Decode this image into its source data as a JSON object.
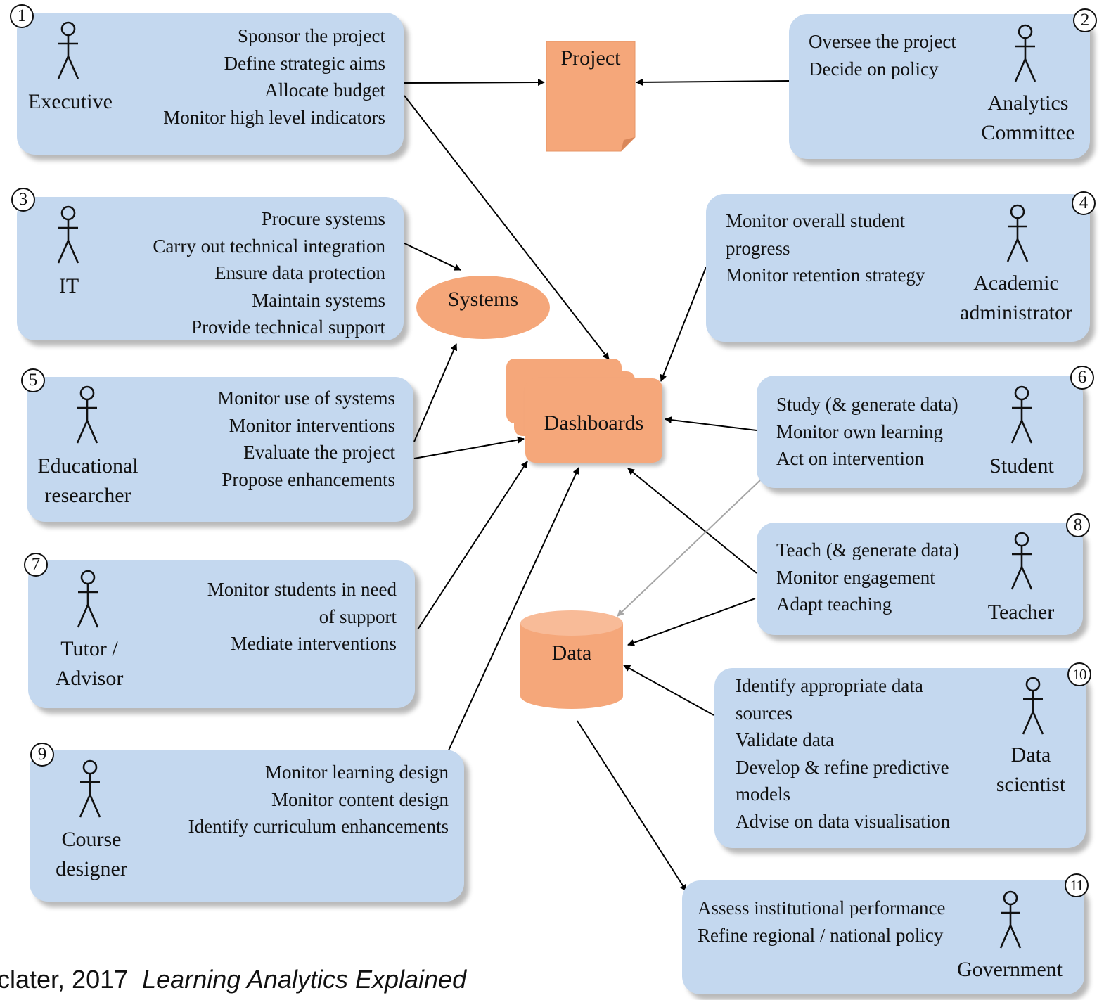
{
  "nodes": {
    "project": "Project",
    "systems": "Systems",
    "dashboards": "Dashboards",
    "data": "Data"
  },
  "actors": [
    {
      "number": "1",
      "name": "Executive",
      "responsibilities": [
        "Sponsor the project",
        "Define strategic aims",
        "Allocate budget",
        "Monitor high level indicators"
      ]
    },
    {
      "number": "2",
      "name": "Analytics Committee",
      "name_lines": [
        "Analytics",
        "Committee"
      ],
      "responsibilities": [
        "Oversee the project",
        "Decide on policy"
      ]
    },
    {
      "number": "3",
      "name": "IT",
      "responsibilities": [
        "Procure systems",
        "Carry out technical integration",
        "Ensure data protection",
        "Maintain systems",
        "Provide technical support"
      ]
    },
    {
      "number": "4",
      "name": "Academic administrator",
      "name_lines": [
        "Academic",
        "administrator"
      ],
      "responsibilities": [
        "Monitor overall student",
        "progress",
        "Monitor retention strategy"
      ]
    },
    {
      "number": "5",
      "name": "Educational researcher",
      "name_lines": [
        "Educational",
        "researcher"
      ],
      "responsibilities": [
        "Monitor use of systems",
        "Monitor interventions",
        "Evaluate the project",
        "Propose enhancements"
      ]
    },
    {
      "number": "6",
      "name": "Student",
      "responsibilities": [
        "Study (& generate data)",
        "Monitor own learning",
        "Act on intervention"
      ]
    },
    {
      "number": "7",
      "name": "Tutor / Advisor",
      "name_lines": [
        "Tutor /",
        "Advisor"
      ],
      "responsibilities": [
        "Monitor students in need",
        "of support",
        "Mediate interventions"
      ]
    },
    {
      "number": "8",
      "name": "Teacher",
      "responsibilities": [
        "Teach (& generate data)",
        "Monitor engagement",
        "Adapt teaching"
      ]
    },
    {
      "number": "9",
      "name": "Course designer",
      "name_lines": [
        "Course",
        "designer"
      ],
      "responsibilities": [
        "Monitor learning design",
        "Monitor content design",
        "Identify curriculum enhancements"
      ]
    },
    {
      "number": "10",
      "name": "Data scientist",
      "name_lines": [
        "Data",
        "scientist"
      ],
      "responsibilities": [
        "Identify appropriate data",
        "sources",
        "Validate data",
        "Develop & refine predictive",
        "models",
        "Advise on data visualisation"
      ]
    },
    {
      "number": "11",
      "name": "Government",
      "responsibilities": [
        "Assess institutional performance",
        "Refine regional / national policy"
      ]
    }
  ],
  "citation": {
    "prefix": "clater, 2017  ",
    "title": "Learning Analytics Explained"
  },
  "colors": {
    "box_fill": "#c4d8ef",
    "node_fill": "#f5a77a",
    "arrow": "#000000",
    "arrow_gray": "#a6a6a6"
  },
  "edges": [
    {
      "from": "Executive",
      "to": "Project"
    },
    {
      "from": "Analytics Committee",
      "to": "Project"
    },
    {
      "from": "Executive",
      "to": "Dashboards"
    },
    {
      "from": "IT",
      "to": "Systems"
    },
    {
      "from": "Educational researcher",
      "to": "Systems"
    },
    {
      "from": "Educational researcher",
      "to": "Dashboards"
    },
    {
      "from": "Academic administrator",
      "to": "Dashboards"
    },
    {
      "from": "Student",
      "to": "Dashboards"
    },
    {
      "from": "Student",
      "to": "Data",
      "style": "gray"
    },
    {
      "from": "Tutor / Advisor",
      "to": "Dashboards"
    },
    {
      "from": "Teacher",
      "to": "Dashboards"
    },
    {
      "from": "Teacher",
      "to": "Data"
    },
    {
      "from": "Course designer",
      "to": "Dashboards"
    },
    {
      "from": "Data scientist",
      "to": "Data"
    },
    {
      "from": "Data",
      "to": "Government"
    }
  ]
}
